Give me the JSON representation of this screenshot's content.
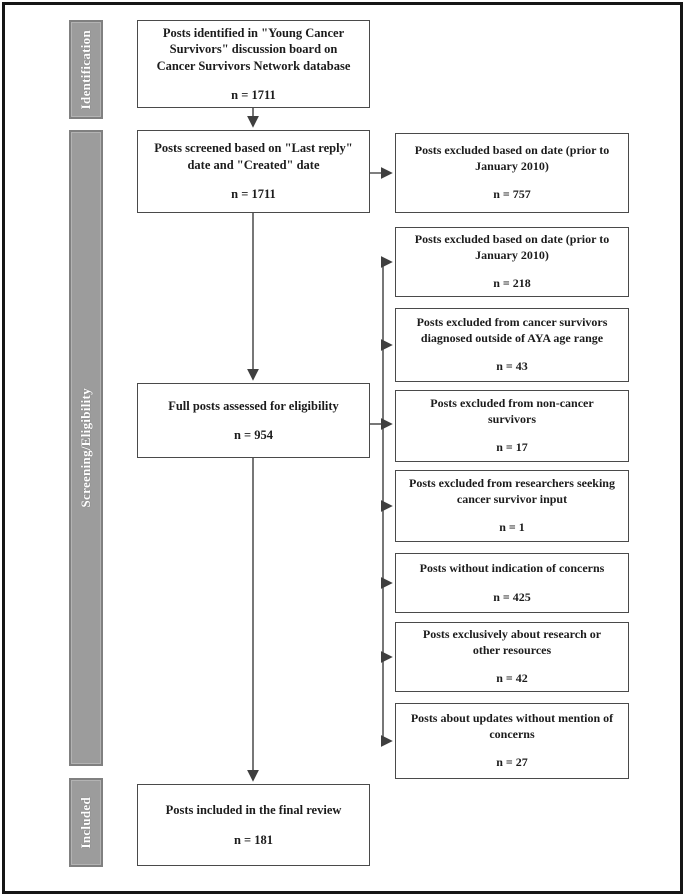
{
  "diagram": {
    "type": "prisma-flowchart",
    "stages": [
      {
        "label": "Identification"
      },
      {
        "label": "Screening/Eligibility"
      },
      {
        "label": "Included"
      }
    ],
    "main_boxes": [
      {
        "label": "Posts identified in \"Young Cancer Survivors\" discussion board on Cancer Survivors Network database",
        "n": "n = 1711"
      },
      {
        "label": "Posts screened based on \"Last reply\" date and \"Created\" date",
        "n": "n = 1711"
      },
      {
        "label": "Full posts assessed for eligibility",
        "n": "n = 954"
      },
      {
        "label": "Posts included in the final review",
        "n": "n = 181"
      }
    ],
    "exclusion_boxes": [
      {
        "label": "Posts excluded based on date (prior to January 2010)",
        "n": "n = 757"
      },
      {
        "label": "Posts excluded based on date (prior to January 2010)",
        "n": "n = 218"
      },
      {
        "label": "Posts excluded from cancer survivors diagnosed outside of AYA  age range",
        "n": "n = 43"
      },
      {
        "label": "Posts excluded from non-cancer survivors",
        "n": "n = 17"
      },
      {
        "label": "Posts excluded from researchers seeking cancer survivor input",
        "n": "n = 1"
      },
      {
        "label": "Posts without indication of concerns",
        "n": "n = 425"
      },
      {
        "label": "Posts exclusively about research or other resources",
        "n": "n = 42"
      },
      {
        "label": "Posts about updates without mention of concerns",
        "n": "n = 27"
      }
    ],
    "colors": {
      "stage_bar": "#9c9c9c",
      "stage_text": "#ffffff",
      "box_border": "#4a4a4a",
      "connector": "#555555",
      "arrowhead": "#3f3f3f",
      "frame": "#151515",
      "text": "#1c1c1c",
      "background": "#ffffff"
    }
  }
}
